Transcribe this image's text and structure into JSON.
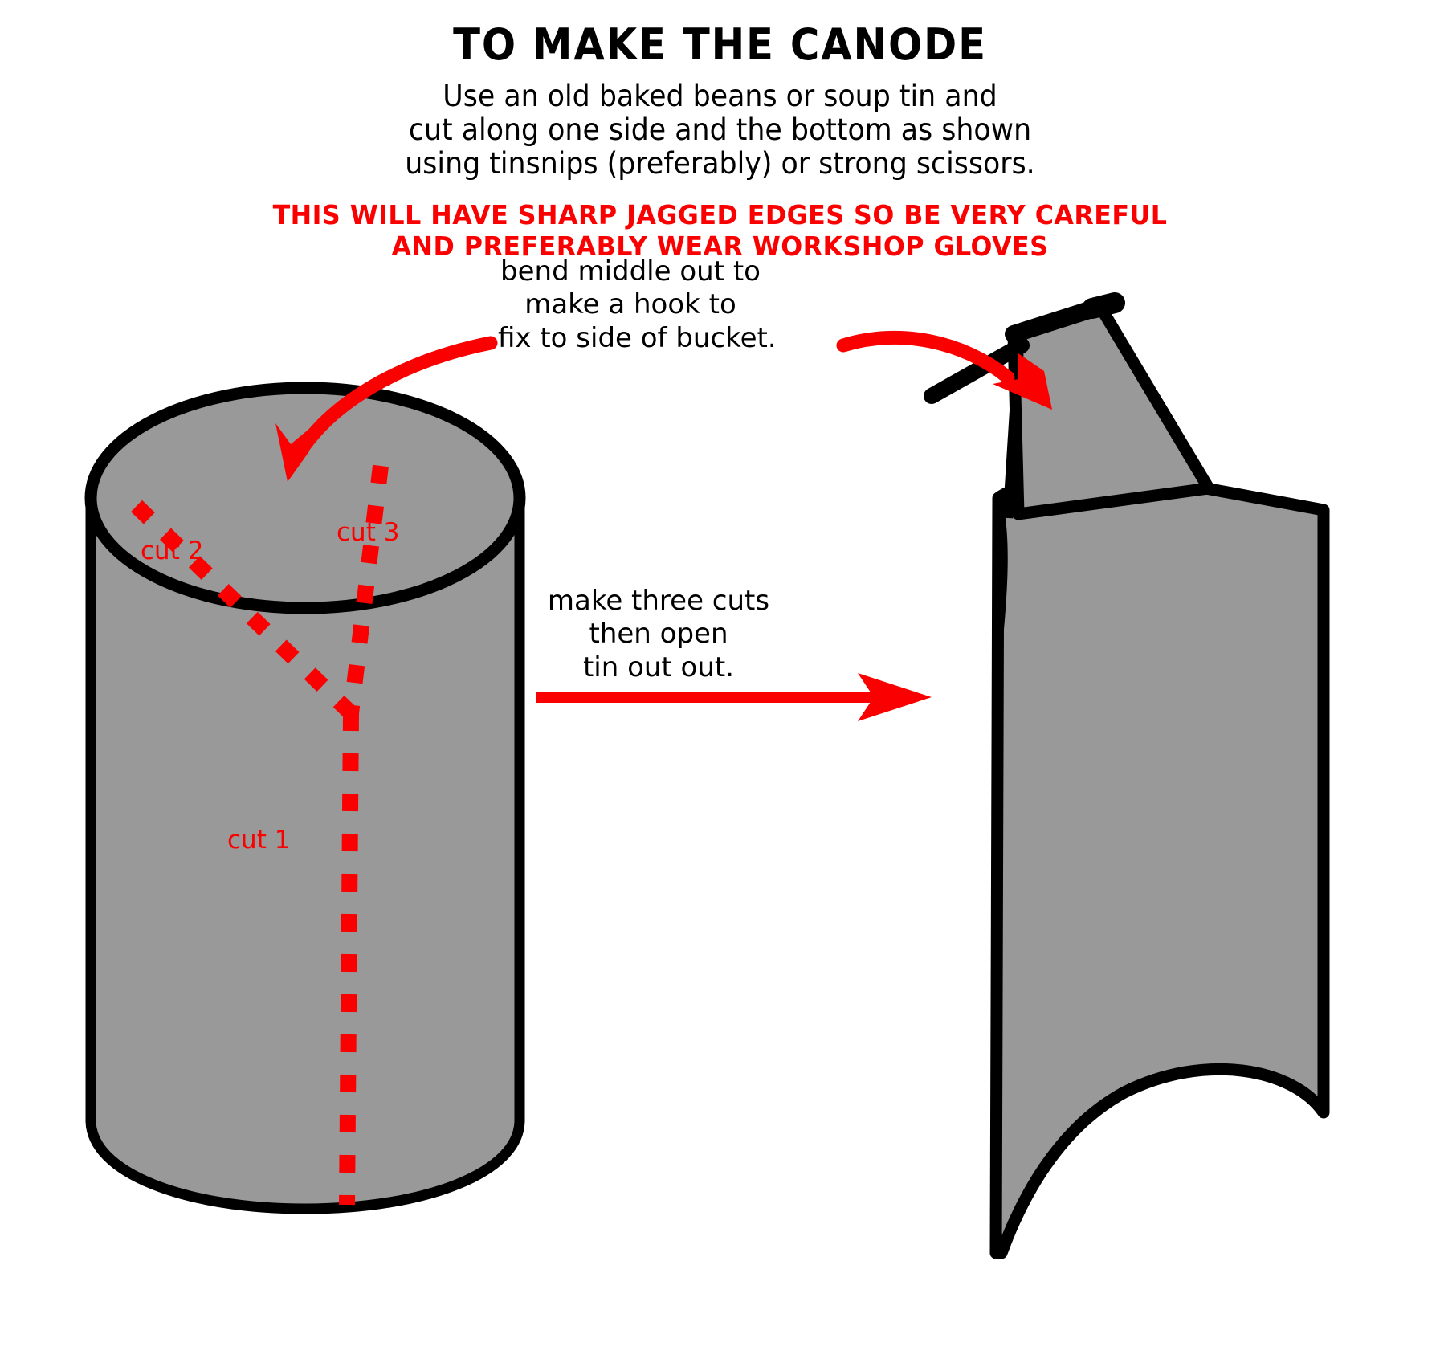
{
  "header": {
    "title": "TO MAKE THE CANODE",
    "instructions": [
      "Use an old baked beans or soup tin and",
      "cut along one side and the bottom as shown",
      "using tinsnips (preferably) or strong scissors."
    ],
    "warning": [
      "THIS WILL HAVE SHARP JAGGED EDGES SO BE VERY CAREFUL",
      "AND PREFERABLY WEAR WORKSHOP GLOVES"
    ]
  },
  "annotations": {
    "bend_hook": [
      "bend middle out to",
      "make a hook to",
      "fix to side of bucket."
    ],
    "open_tin": [
      "make three cuts",
      "then open",
      "tin out out."
    ]
  },
  "cut_labels": {
    "cut1": "cut 1",
    "cut2": "cut 2",
    "cut3": "cut 3"
  },
  "colors": {
    "warning_red": "#fb0000",
    "arrow_red": "#fb0000",
    "tin_gray": "#999999",
    "outline_black": "#000000",
    "background": "#ffffff"
  }
}
